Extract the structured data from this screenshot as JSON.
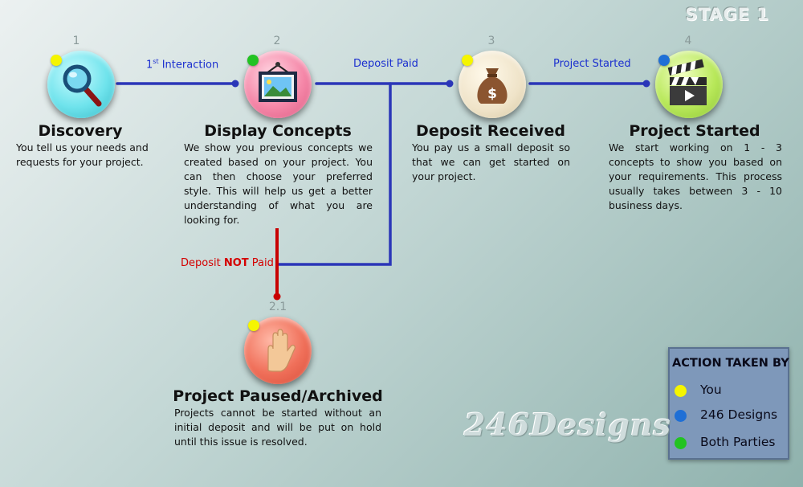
{
  "stage_label": "STAGE 1",
  "colors": {
    "you": "#f5f500",
    "designs": "#1f6fd6",
    "both": "#22c322",
    "line_blue": "#2b36b8",
    "line_red": "#c80000"
  },
  "steps": [
    {
      "number": "1",
      "title": "Discovery",
      "icon": "magnifier-icon",
      "actor": "you",
      "description": "You tell us your needs and requests for your project."
    },
    {
      "number": "2",
      "title": "Display Concepts",
      "icon": "picture-frame-icon",
      "actor": "both",
      "description": "We show you previous concepts we created based on your project. You can then choose your preferred style. This will help us get a better understanding of what you are looking for."
    },
    {
      "number": "3",
      "title": "Deposit Received",
      "icon": "money-bag-icon",
      "actor": "you",
      "description": "You pay us a small deposit so that we can get started on your project."
    },
    {
      "number": "4",
      "title": "Project Started",
      "icon": "clapperboard-icon",
      "actor": "designs",
      "description": "We start working on 1 - 3 concepts to show you based on your requirements. This process usually takes between 3 - 10 business days."
    },
    {
      "number": "2.1",
      "title": "Project Paused/Archived",
      "icon": "stop-hand-icon",
      "actor": "you",
      "description": "Projects cannot be started without an initial deposit and will be put on hold until this issue is resolved."
    }
  ],
  "connectors": {
    "first_interaction": {
      "main": "1",
      "sup": "st",
      "rest": " Interaction"
    },
    "deposit_paid": "Deposit Paid",
    "project_started": "Project Started",
    "deposit_not_paid": {
      "pre": "Deposit ",
      "bold": "NOT",
      "post": " Paid"
    }
  },
  "legend": {
    "title": "ACTION TAKEN BY",
    "items": [
      {
        "label": "You",
        "color": "#f5f500"
      },
      {
        "label": "246 Designs",
        "color": "#1f6fd6"
      },
      {
        "label": "Both Parties",
        "color": "#22c322"
      }
    ]
  },
  "watermark": "246Designs"
}
